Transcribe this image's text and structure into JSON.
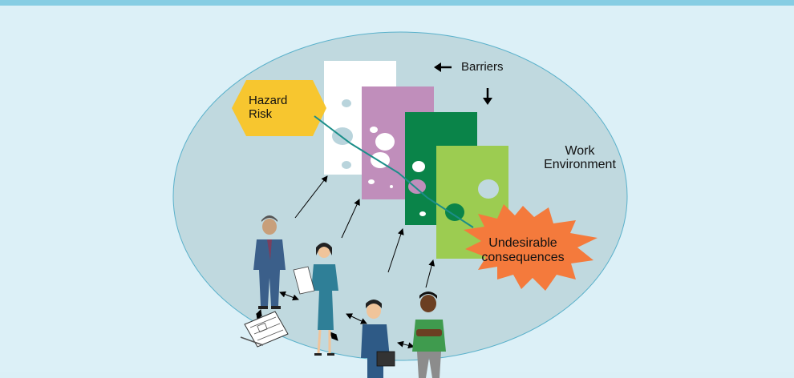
{
  "labels": {
    "hazard_line1": "Hazard",
    "hazard_line2": "Risk",
    "barriers": "Barriers",
    "work_line1": "Work",
    "work_line2": "Environment",
    "consequence_line1": "Undesirable",
    "consequence_line2": "consequences"
  },
  "colors": {
    "background": "#dcf0f7",
    "top_border": "#86cde3",
    "environment": "#c0d9df",
    "hazard": "#f7c62f",
    "barrier_1": "#ffffff",
    "barrier_2": "#c08ebb",
    "barrier_3": "#0a8449",
    "barrier_4": "#9ccc51",
    "consequence": "#f47a3c",
    "hole": "#b9d4dc",
    "trajectory": "#1b8e89"
  },
  "icons": {
    "people": [
      "man-in-suit-icon",
      "woman-with-papers-icon",
      "man-with-briefcase-icon",
      "man-arms-crossed-icon"
    ],
    "document": "blueprint-icon"
  }
}
